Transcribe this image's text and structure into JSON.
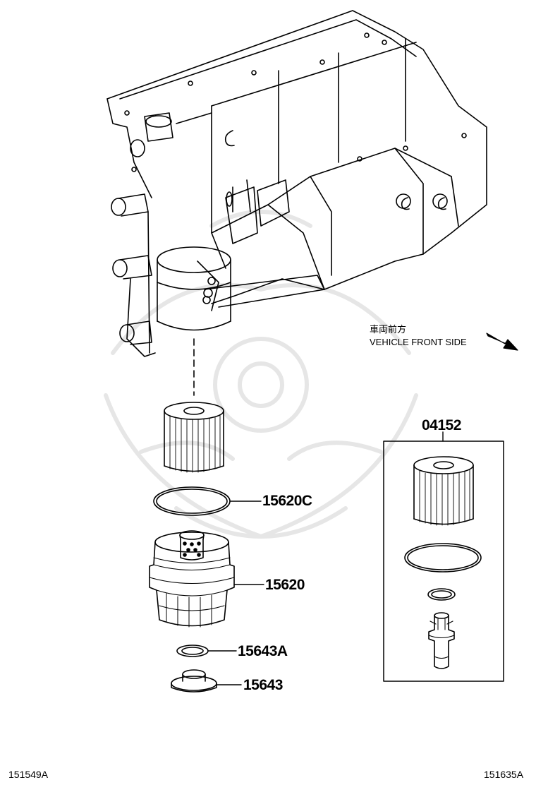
{
  "diagram": {
    "direction_label_jp": "車両前方",
    "direction_label_en": "VEHICLE FRONT SIDE",
    "figure_left": "151549A",
    "figure_right": "151635A",
    "parts": [
      {
        "number": "15620C",
        "name": "filter-gasket"
      },
      {
        "number": "15620",
        "name": "filter-cap"
      },
      {
        "number": "15643A",
        "name": "drain-plug-gasket"
      },
      {
        "number": "15643",
        "name": "drain-plug"
      },
      {
        "number": "04152",
        "name": "filter-element-kit"
      }
    ],
    "colors": {
      "line": "#000000",
      "watermark": "#e6e6e6",
      "background": "#ffffff"
    }
  }
}
